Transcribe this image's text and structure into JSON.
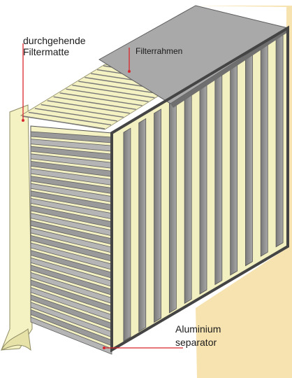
{
  "labels": {
    "filtermatte_line1": "durchgehende",
    "filtermatte_line2": "Filtermatte",
    "filterrahmen": "Filterrahmen",
    "separator_line1": "Aluminium",
    "separator_line2": "separator"
  },
  "colors": {
    "frame": "#a9a9a9",
    "frame_dark": "#6f6f6f",
    "filter_media": "#f4f1c3",
    "background_panel": "#f7e3b0",
    "pointer": "#d9262d"
  }
}
